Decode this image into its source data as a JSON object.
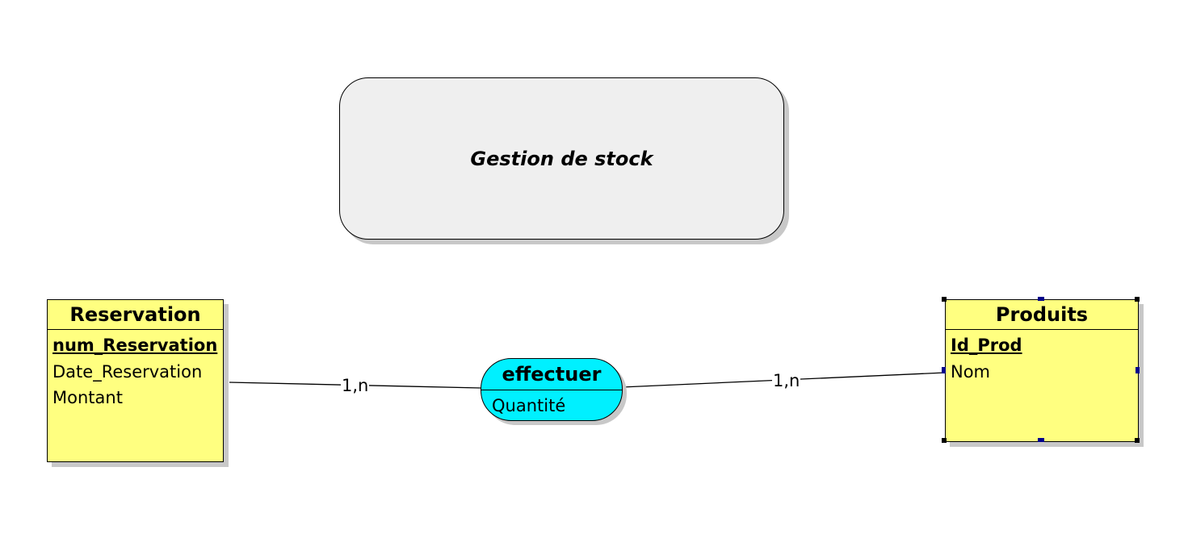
{
  "diagram": {
    "title": "Gestion de stock",
    "entities": [
      {
        "name": "Reservation",
        "attributes": [
          {
            "label": "num_Reservation",
            "key": true
          },
          {
            "label": "Date_Reservation",
            "key": false
          },
          {
            "label": "Montant",
            "key": false
          }
        ]
      },
      {
        "name": "Produits",
        "attributes": [
          {
            "label": "Id_Prod",
            "key": true
          },
          {
            "label": "Nom",
            "key": false
          }
        ]
      }
    ],
    "association": {
      "name": "effectuer",
      "attribute": "Quantité"
    },
    "cardinalities": {
      "left": "1,n",
      "right": "1,n"
    },
    "colors": {
      "entity_fill": "#ffff80",
      "association_fill": "#00f0ff",
      "title_fill": "#efefef"
    }
  }
}
